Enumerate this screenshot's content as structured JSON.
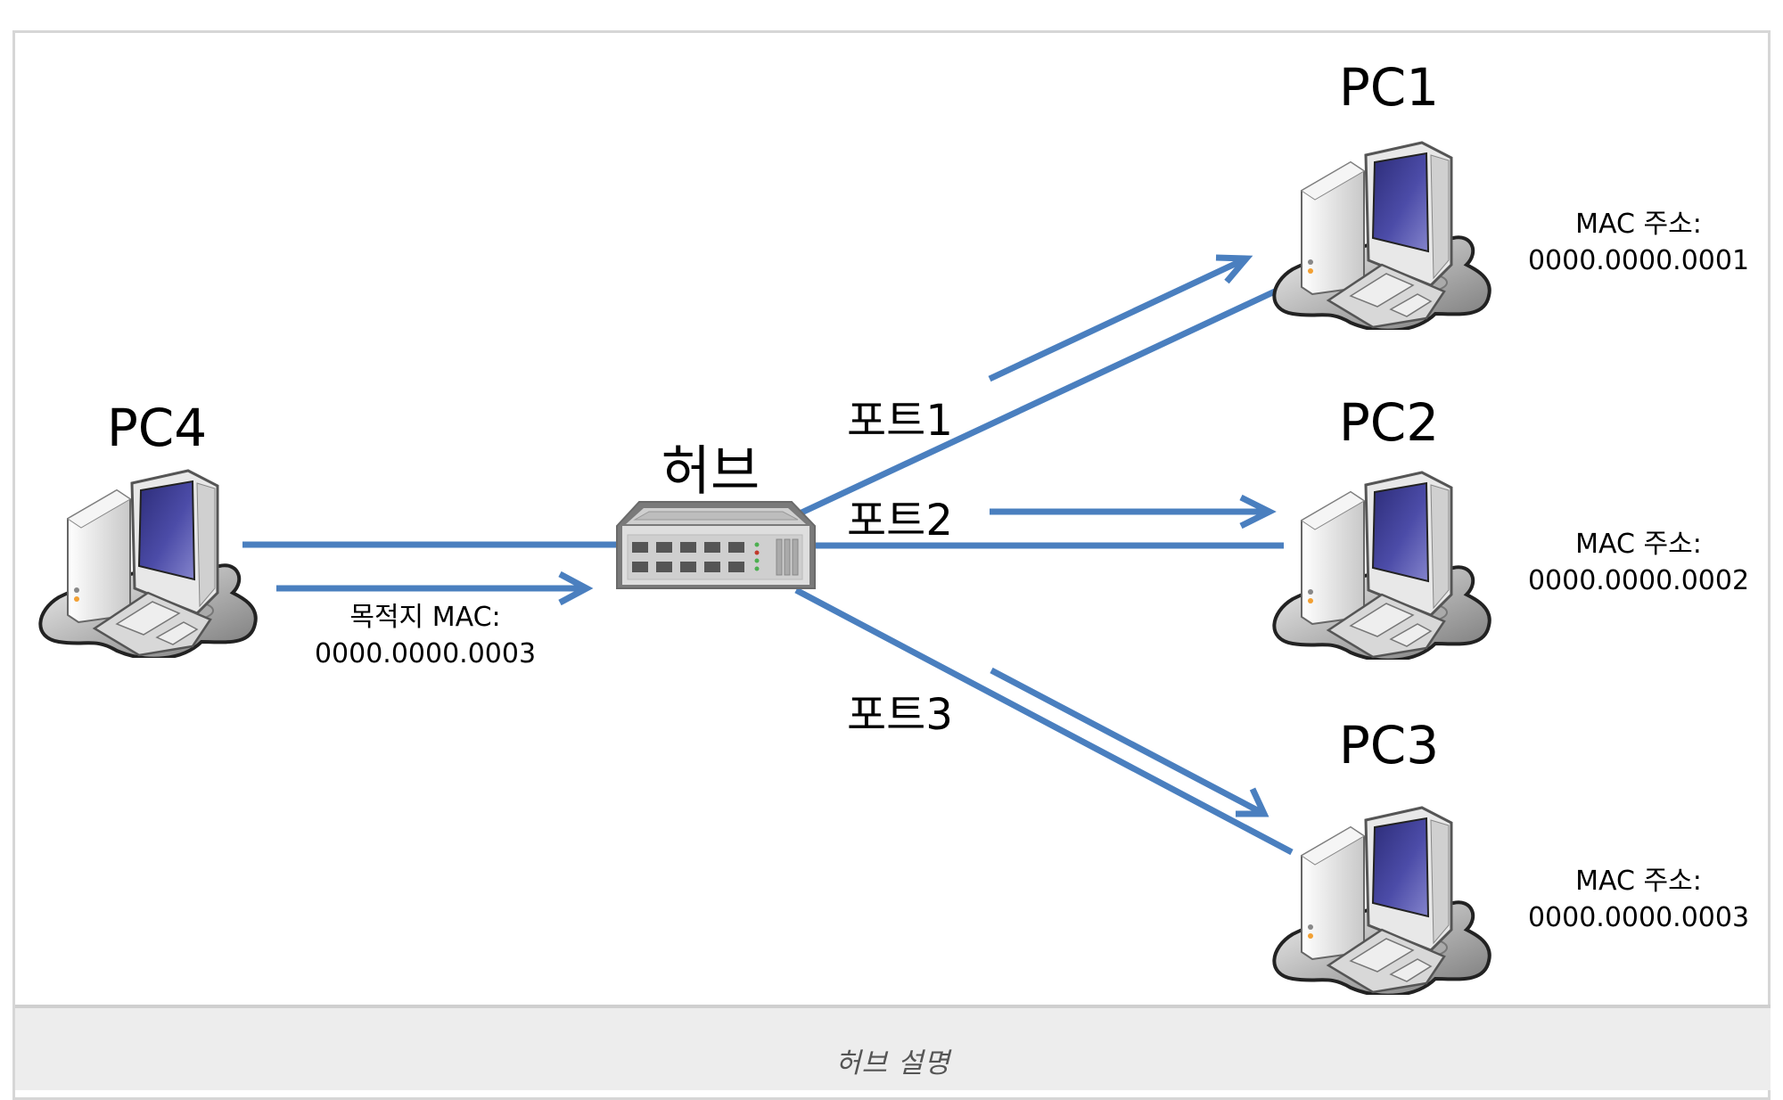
{
  "caption": "허브 설명",
  "hub": {
    "label": "허브",
    "icon": "network-hub-icon"
  },
  "source_pc": {
    "name": "PC4",
    "icon": "desktop-computer-icon",
    "destination_label": "목적지 MAC:",
    "destination_mac": "0000.0000.0003"
  },
  "ports": [
    {
      "label": "포트1",
      "target": "PC1"
    },
    {
      "label": "포트2",
      "target": "PC2"
    },
    {
      "label": "포트3",
      "target": "PC3"
    }
  ],
  "pcs": [
    {
      "name": "PC1",
      "mac_label": "MAC 주소:",
      "mac": "0000.0000.0001",
      "icon": "desktop-computer-icon"
    },
    {
      "name": "PC2",
      "mac_label": "MAC 주소:",
      "mac": "0000.0000.0002",
      "icon": "desktop-computer-icon"
    },
    {
      "name": "PC3",
      "mac_label": "MAC 주소:",
      "mac": "0000.0000.0003",
      "icon": "desktop-computer-icon"
    }
  ],
  "colors": {
    "link": "#4a7fbf",
    "screen": "#3f3f95",
    "border": "#d6d6d6",
    "caption_bg": "#ededed"
  }
}
